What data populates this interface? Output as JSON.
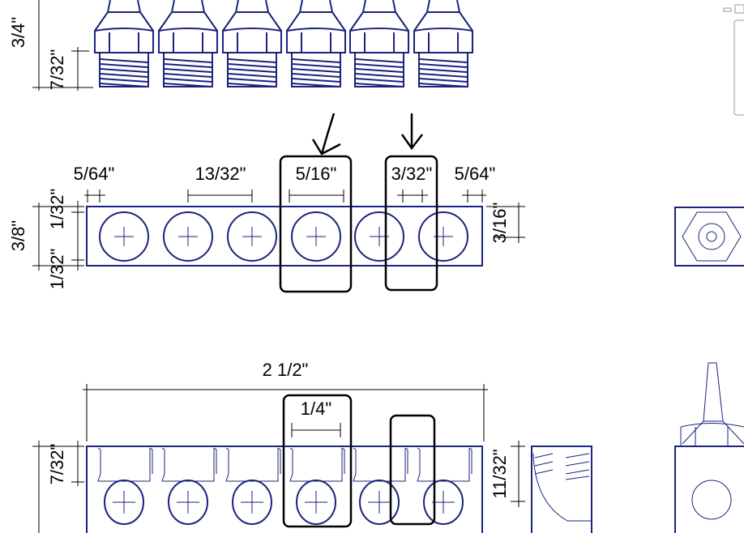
{
  "drawing": {
    "top_view": {
      "overall_height": "3/4\"",
      "thread_height": "7/32\"",
      "fitting_count": 6
    },
    "middle_view": {
      "edge_margin_left": "5/64\"",
      "hole_pitch": "13/32\"",
      "hole_diameter": "5/16\"",
      "hole_gap": "3/32\"",
      "edge_margin_right": "5/64\"",
      "plate_height": "3/8\"",
      "top_margin": "1/32\"",
      "bottom_margin": "1/32\"",
      "hole_center_offset": "3/16\"",
      "hole_count": 6
    },
    "bottom_view": {
      "overall_length": "2 1/2\"",
      "thread_diameter": "1/4\"",
      "thread_depth": "7/32\"",
      "side_depth": "11/32\""
    }
  },
  "colors": {
    "part": "#1a237e",
    "dimension": "#000000",
    "markup": "#000000"
  }
}
